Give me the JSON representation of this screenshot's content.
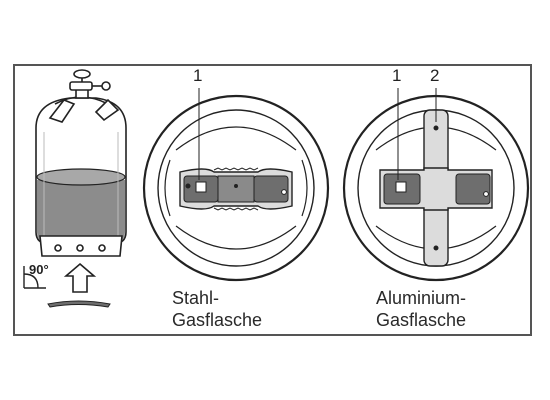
{
  "callouts": {
    "steel_part_1": "1",
    "alu_part_1": "1",
    "alu_part_2": "2"
  },
  "labels": {
    "steel_line1": "Stahl-",
    "steel_line2": "Gasflasche",
    "alu_line1": "Aluminium-",
    "alu_line2": "Gasflasche"
  },
  "angle_label": "90°",
  "colors": {
    "frame": "#555555",
    "outline": "#222222",
    "liquid": "#8c8c8c",
    "metal_light": "#dcdcdc",
    "plate_dark": "#6e6e6e",
    "arrow_fill": "#ffffff"
  },
  "icons": [
    "gas-bottle-illustration",
    "up-arrow-icon",
    "angle-icon",
    "mounting-plate-icon"
  ]
}
